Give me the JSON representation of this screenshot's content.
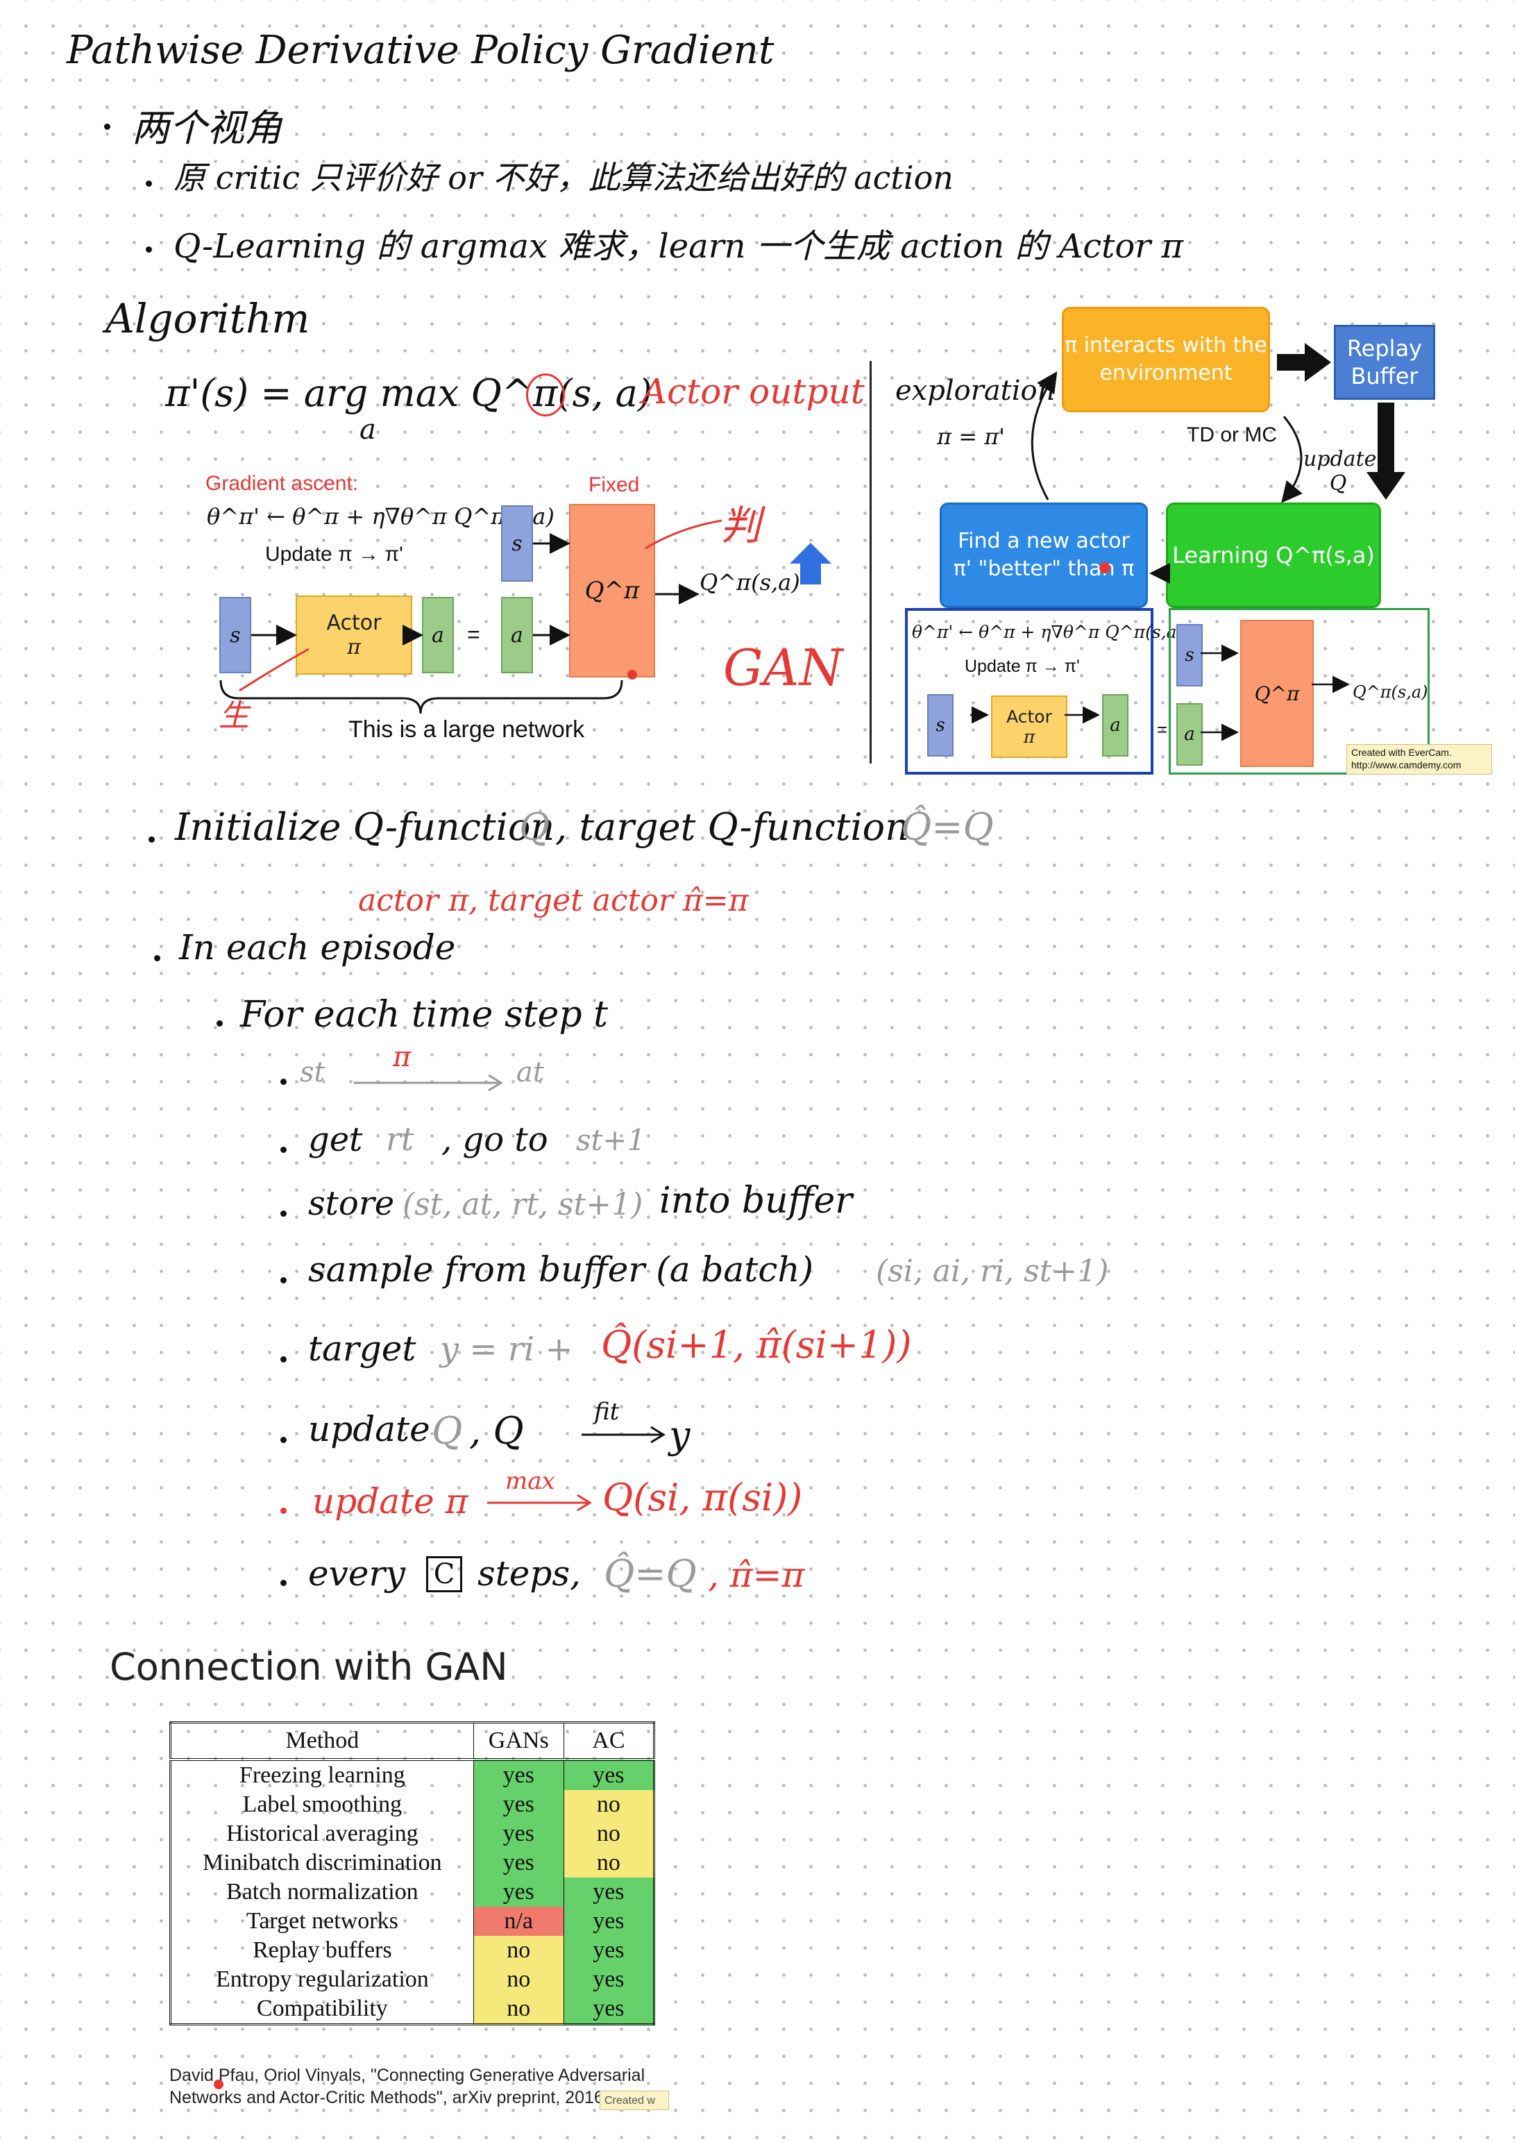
{
  "notes": {
    "title": "Pathwise Derivative Policy Gradient",
    "views_heading": "两个视角",
    "view1": "原 critic 只评价好 or 不好，此算法还给出好的 action",
    "view2": "Q-Learning 的 argmax 难求，learn 一个生成 action 的 Actor π",
    "algorithm_heading": "Algorithm",
    "formula": "π'(s) = arg max Q^π(s, a)",
    "formula_sub": "a",
    "actor_output_note": "Actor output",
    "judge_note": "判",
    "gen_note": "生",
    "gan_note": "GAN"
  },
  "diagram_left": {
    "gradient_ascent": "Gradient ascent:",
    "update_rule": "θ^π' ← θ^π + η∇θ^π Q^π(s,a)",
    "update_pi": "Update π → π'",
    "fixed": "Fixed",
    "s": "s",
    "a": "a",
    "eq": "=",
    "actor": "Actor",
    "actor_pi": "π",
    "q": "Q^π",
    "q_out": "Q^π(s,a)",
    "large_network": "This is a large network"
  },
  "diagram_right": {
    "interacts": "π interacts with the environment",
    "replay": "Replay Buffer",
    "exploration": "exploration",
    "pi_eq": "π = π'",
    "td_mc": "TD or MC",
    "update_q": "update Q",
    "find_actor": "Find a new actor π' \"better\" than π",
    "learning_q": "Learning Q^π(s,a)",
    "update_rule": "θ^π' ← θ^π + η∇θ^π Q^π(s,a)",
    "update_pi": "Update π → π'",
    "s": "s",
    "a": "a",
    "eq": "=",
    "actor": "Actor",
    "actor_pi": "π",
    "q": "Q^π",
    "q_out": "Q^π(s,a)",
    "evercam": "Created with EverCam.",
    "evercam_url": "http://www.camdemy.com"
  },
  "steps": {
    "init": "Initialize Q-function",
    "init_q": "Q",
    "init_target": ", target Q-function",
    "init_qhat": "Q̂=Q",
    "init_actor": "actor π,  target actor π̂=π",
    "episode": "In each episode",
    "timestep": "For each time step  t",
    "s1": "st",
    "s1_pi": "π",
    "s1_at": "at",
    "s2_get": "get",
    "s2_rt": "rt",
    "s2_goto": ", go to",
    "s2_st1": "st+1",
    "s3_store": "store",
    "s3_tuple": "(st, at, rt, st+1)",
    "s3_into": "into buffer",
    "s4_sample": "sample from buffer (a batch)",
    "s4_tuple": "(si, ai, ri, st+1)",
    "s5_target": "target",
    "s5_y": "y = ri +",
    "s5_red": "Q̂(si+1, π̂(si+1))",
    "s6_update": "update",
    "s6_q": "Q",
    "s6_rest": ",  Q",
    "s6_fit": "fit",
    "s6_y": "y",
    "s7_update": "update  π",
    "s7_max": "max",
    "s7_rest": "Q(si, π(si))",
    "s8_every": "every",
    "s8_c": "C",
    "s8_steps": "steps,",
    "s8_qhat": "Q̂=Q",
    "s8_pihat": ", π̂=π"
  },
  "gan_section": {
    "title": "Connection with GAN",
    "headers": [
      "Method",
      "GANs",
      "AC"
    ],
    "rows": [
      [
        "Freezing learning",
        "yes",
        "yes"
      ],
      [
        "Label smoothing",
        "yes",
        "no"
      ],
      [
        "Historical averaging",
        "yes",
        "no"
      ],
      [
        "Minibatch discrimination",
        "yes",
        "no"
      ],
      [
        "Batch normalization",
        "yes",
        "yes"
      ],
      [
        "Target networks",
        "n/a",
        "yes"
      ],
      [
        "Replay buffers",
        "no",
        "yes"
      ],
      [
        "Entropy regularization",
        "no",
        "yes"
      ],
      [
        "Compatibility",
        "no",
        "yes"
      ]
    ],
    "citation_line1": "David Pfau, Oriol Vinyals, \"Connecting Generative Adversarial",
    "citation_line2": "Networks and Actor-Critic Methods\", arXiv preprint, 2016",
    "created_with": "Created w"
  },
  "colors": {
    "red_ink": "#e53935",
    "yes_green": "#66d16a",
    "no_yellow": "#f6e97b",
    "na_red": "#f07b6c",
    "orange": "#fbb327",
    "blue": "#4a7fd4",
    "green": "#2ccc2c"
  }
}
